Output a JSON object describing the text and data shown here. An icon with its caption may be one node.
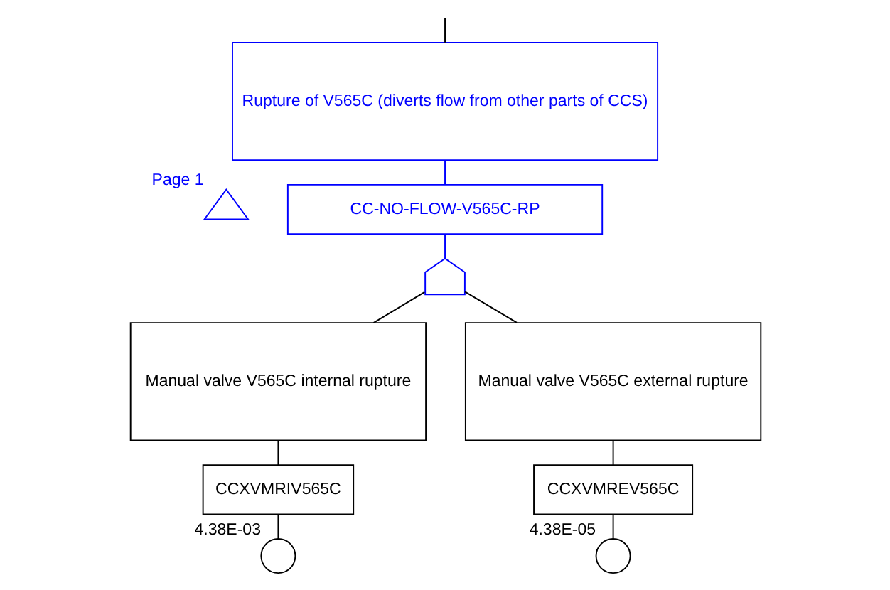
{
  "diagram": {
    "nodes": [
      {
        "text": [
          "Rupture of V565C (diverts flow from other parts of CCS)"
        ]
      },
      {
        "text": [],
        "shape": "triangle",
        "beside": [
          "Page 1"
        ]
      },
      {
        "text": [
          "CC-NO-FLOW-V565C-RP"
        ]
      },
      {
        "text": [],
        "shape": "gate"
      },
      {
        "text": [
          "Manual valve V565C internal rupture"
        ]
      },
      {
        "text": [
          "CCXVMRIV565C"
        ]
      },
      {
        "text": [],
        "shape": "circle",
        "beside": [
          "4.38E-03"
        ]
      },
      {
        "text": [
          "Manual valve V565C external rupture"
        ]
      },
      {
        "text": [
          "CCXVMREV565C"
        ]
      },
      {
        "text": [],
        "shape": "circle",
        "beside": [
          "4.38E-05"
        ]
      }
    ],
    "edges": [
      {
        "from": null,
        "to": 0,
        "arrow": "none"
      },
      {
        "from": 0,
        "to": 2,
        "arrow": "none",
        "color": "#0000ff"
      },
      {
        "from": 2,
        "to": 3,
        "arrow": "none",
        "color": "#0000ff"
      },
      {
        "from": 3,
        "to": 4,
        "arrow": "none"
      },
      {
        "from": 3,
        "to": 7,
        "arrow": "none"
      },
      {
        "from": 4,
        "to": 5,
        "arrow": "none"
      },
      {
        "from": 5,
        "to": 6,
        "arrow": "none"
      },
      {
        "from": 7,
        "to": 8,
        "arrow": "none"
      },
      {
        "from": 8,
        "to": 9,
        "arrow": "none"
      }
    ]
  }
}
